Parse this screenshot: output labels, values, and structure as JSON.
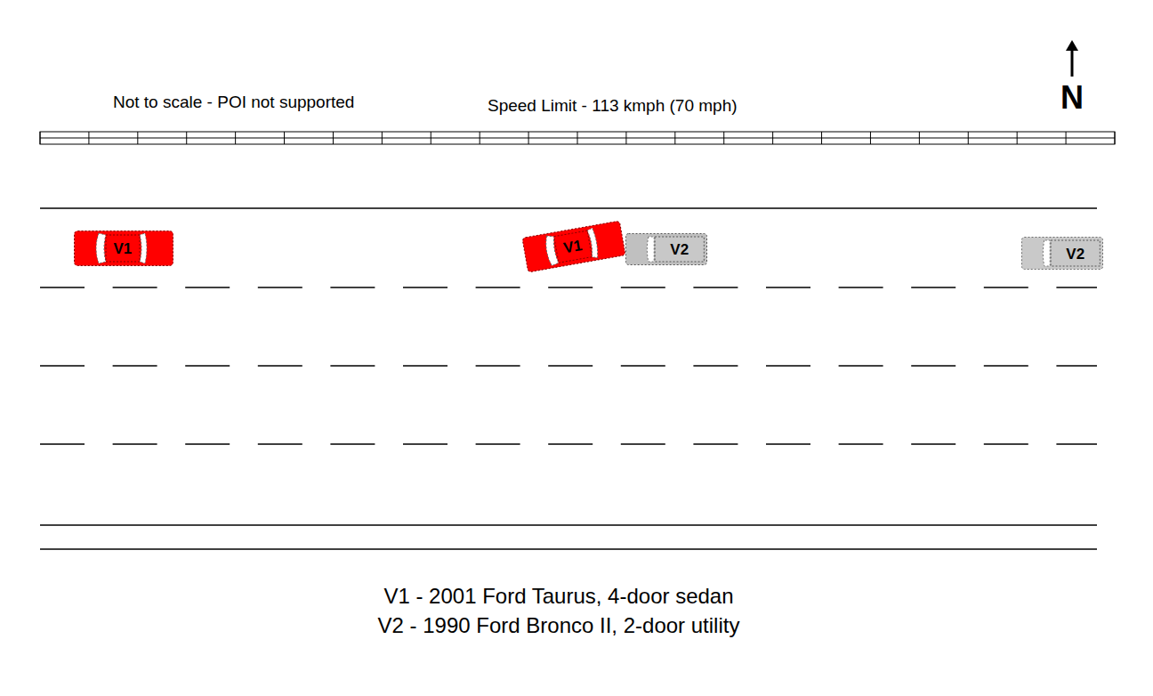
{
  "diagram": {
    "nodes": [
      {
        "text": [
          "V1"
        ]
      },
      {
        "text": [
          "V1"
        ]
      },
      {
        "text": [
          "V2"
        ]
      },
      {
        "text": [
          "V2"
        ]
      }
    ],
    "labels": [
      "Not to scale - POI not supported",
      "Speed Limit - 113 kmph (70 mph)",
      "N",
      "V1 - 2001 Ford Taurus, 4-door sedan",
      "V2 - 1990 Ford Bronco II, 2-door utility"
    ]
  }
}
